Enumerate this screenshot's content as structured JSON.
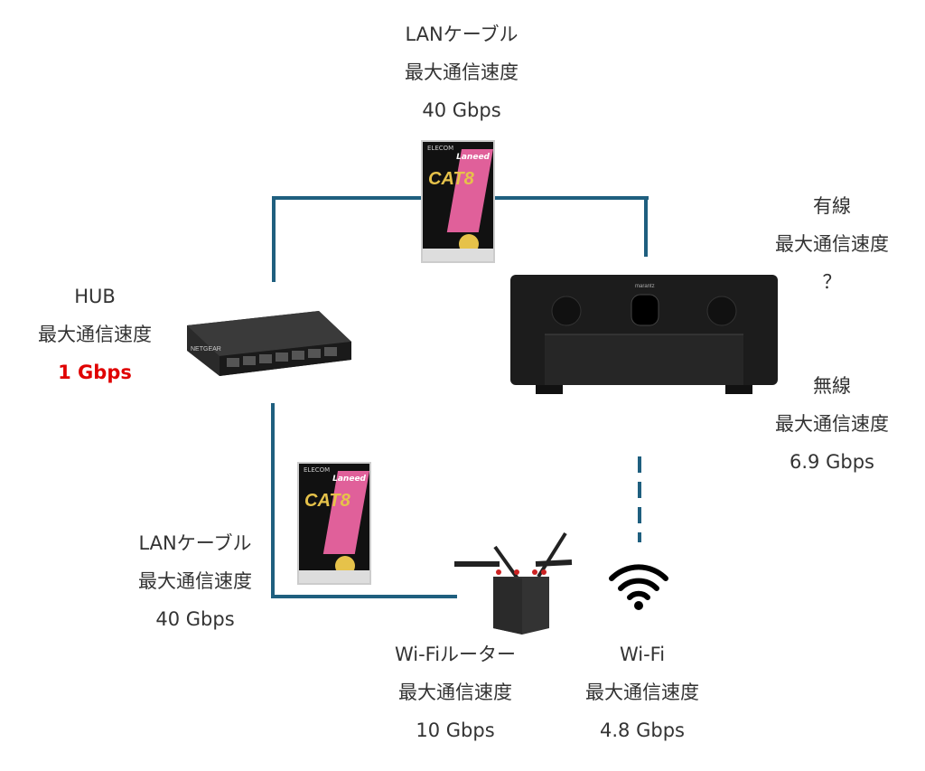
{
  "colors": {
    "connector": "#1f5f7f",
    "highlight": "#e00000"
  },
  "labels": {
    "lan_top": [
      "LANケーブル",
      "最大通信速度",
      "40 Gbps"
    ],
    "hub": [
      "HUB",
      "最大通信速度",
      "1 Gbps"
    ],
    "wired": [
      "有線",
      "最大通信速度",
      "？"
    ],
    "wireless": [
      "無線",
      "最大通信速度",
      "6.9 Gbps"
    ],
    "lan_bottom": [
      "LANケーブル",
      "最大通信速度",
      "40 Gbps"
    ],
    "router": [
      "Wi-Fiルーター",
      "最大通信速度",
      "10 Gbps"
    ],
    "wifi": [
      "Wi-Fi",
      "最大通信速度",
      "4.8 Gbps"
    ]
  },
  "images": {
    "cable_package": {
      "brand": "ELECOM",
      "product": "Laneed",
      "category": "CAT8",
      "icon": "lan-cable-package"
    },
    "hub": {
      "brand": "NETGEAR",
      "icon": "network-switch"
    },
    "receiver": {
      "brand": "marantz",
      "icon": "av-receiver"
    },
    "router": {
      "icon": "wifi-router"
    },
    "wifi": {
      "icon": "wifi-icon"
    }
  }
}
